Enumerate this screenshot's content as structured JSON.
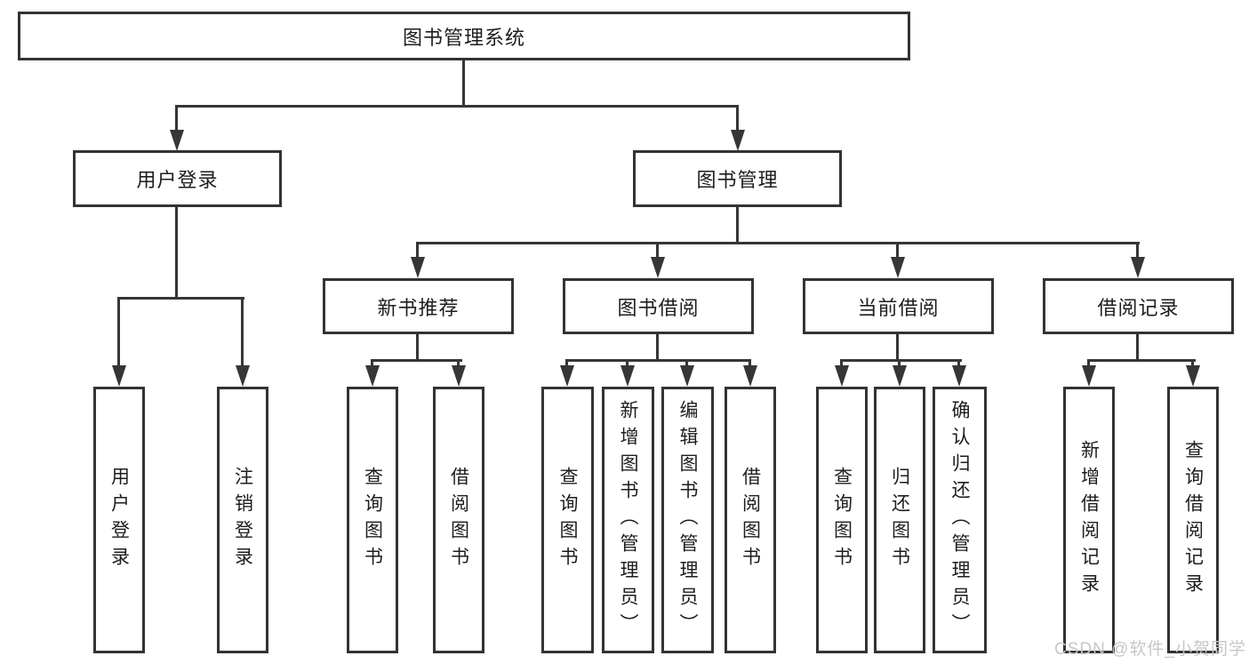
{
  "diagram": {
    "type": "hierarchy-diagram",
    "colors": {
      "line": "#363636",
      "box_border": "#333333",
      "box_fill": "#ffffff",
      "text": "#1d1d1d",
      "watermark": "#c7c7c7",
      "background": "#ffffff"
    },
    "watermark": "CSDN @软件_小贺同学",
    "tree": {
      "label": "图书管理系统",
      "children": [
        {
          "label": "用户登录",
          "children": [
            {
              "label": "用户登录"
            },
            {
              "label": "注销登录"
            }
          ]
        },
        {
          "label": "图书管理",
          "children": [
            {
              "label": "新书推荐",
              "children": [
                {
                  "label": "查询图书"
                },
                {
                  "label": "借阅图书"
                }
              ]
            },
            {
              "label": "图书借阅",
              "children": [
                {
                  "label": "查询图书"
                },
                {
                  "label": "新增图书（管理员）"
                },
                {
                  "label": "编辑图书（管理员）"
                },
                {
                  "label": "借阅图书"
                }
              ]
            },
            {
              "label": "当前借阅",
              "children": [
                {
                  "label": "查询图书"
                },
                {
                  "label": "归还图书"
                },
                {
                  "label": "确认归还（管理员）"
                }
              ]
            },
            {
              "label": "借阅记录",
              "children": [
                {
                  "label": "新增借阅记录"
                },
                {
                  "label": "查询借阅记录"
                }
              ]
            }
          ]
        }
      ]
    }
  }
}
